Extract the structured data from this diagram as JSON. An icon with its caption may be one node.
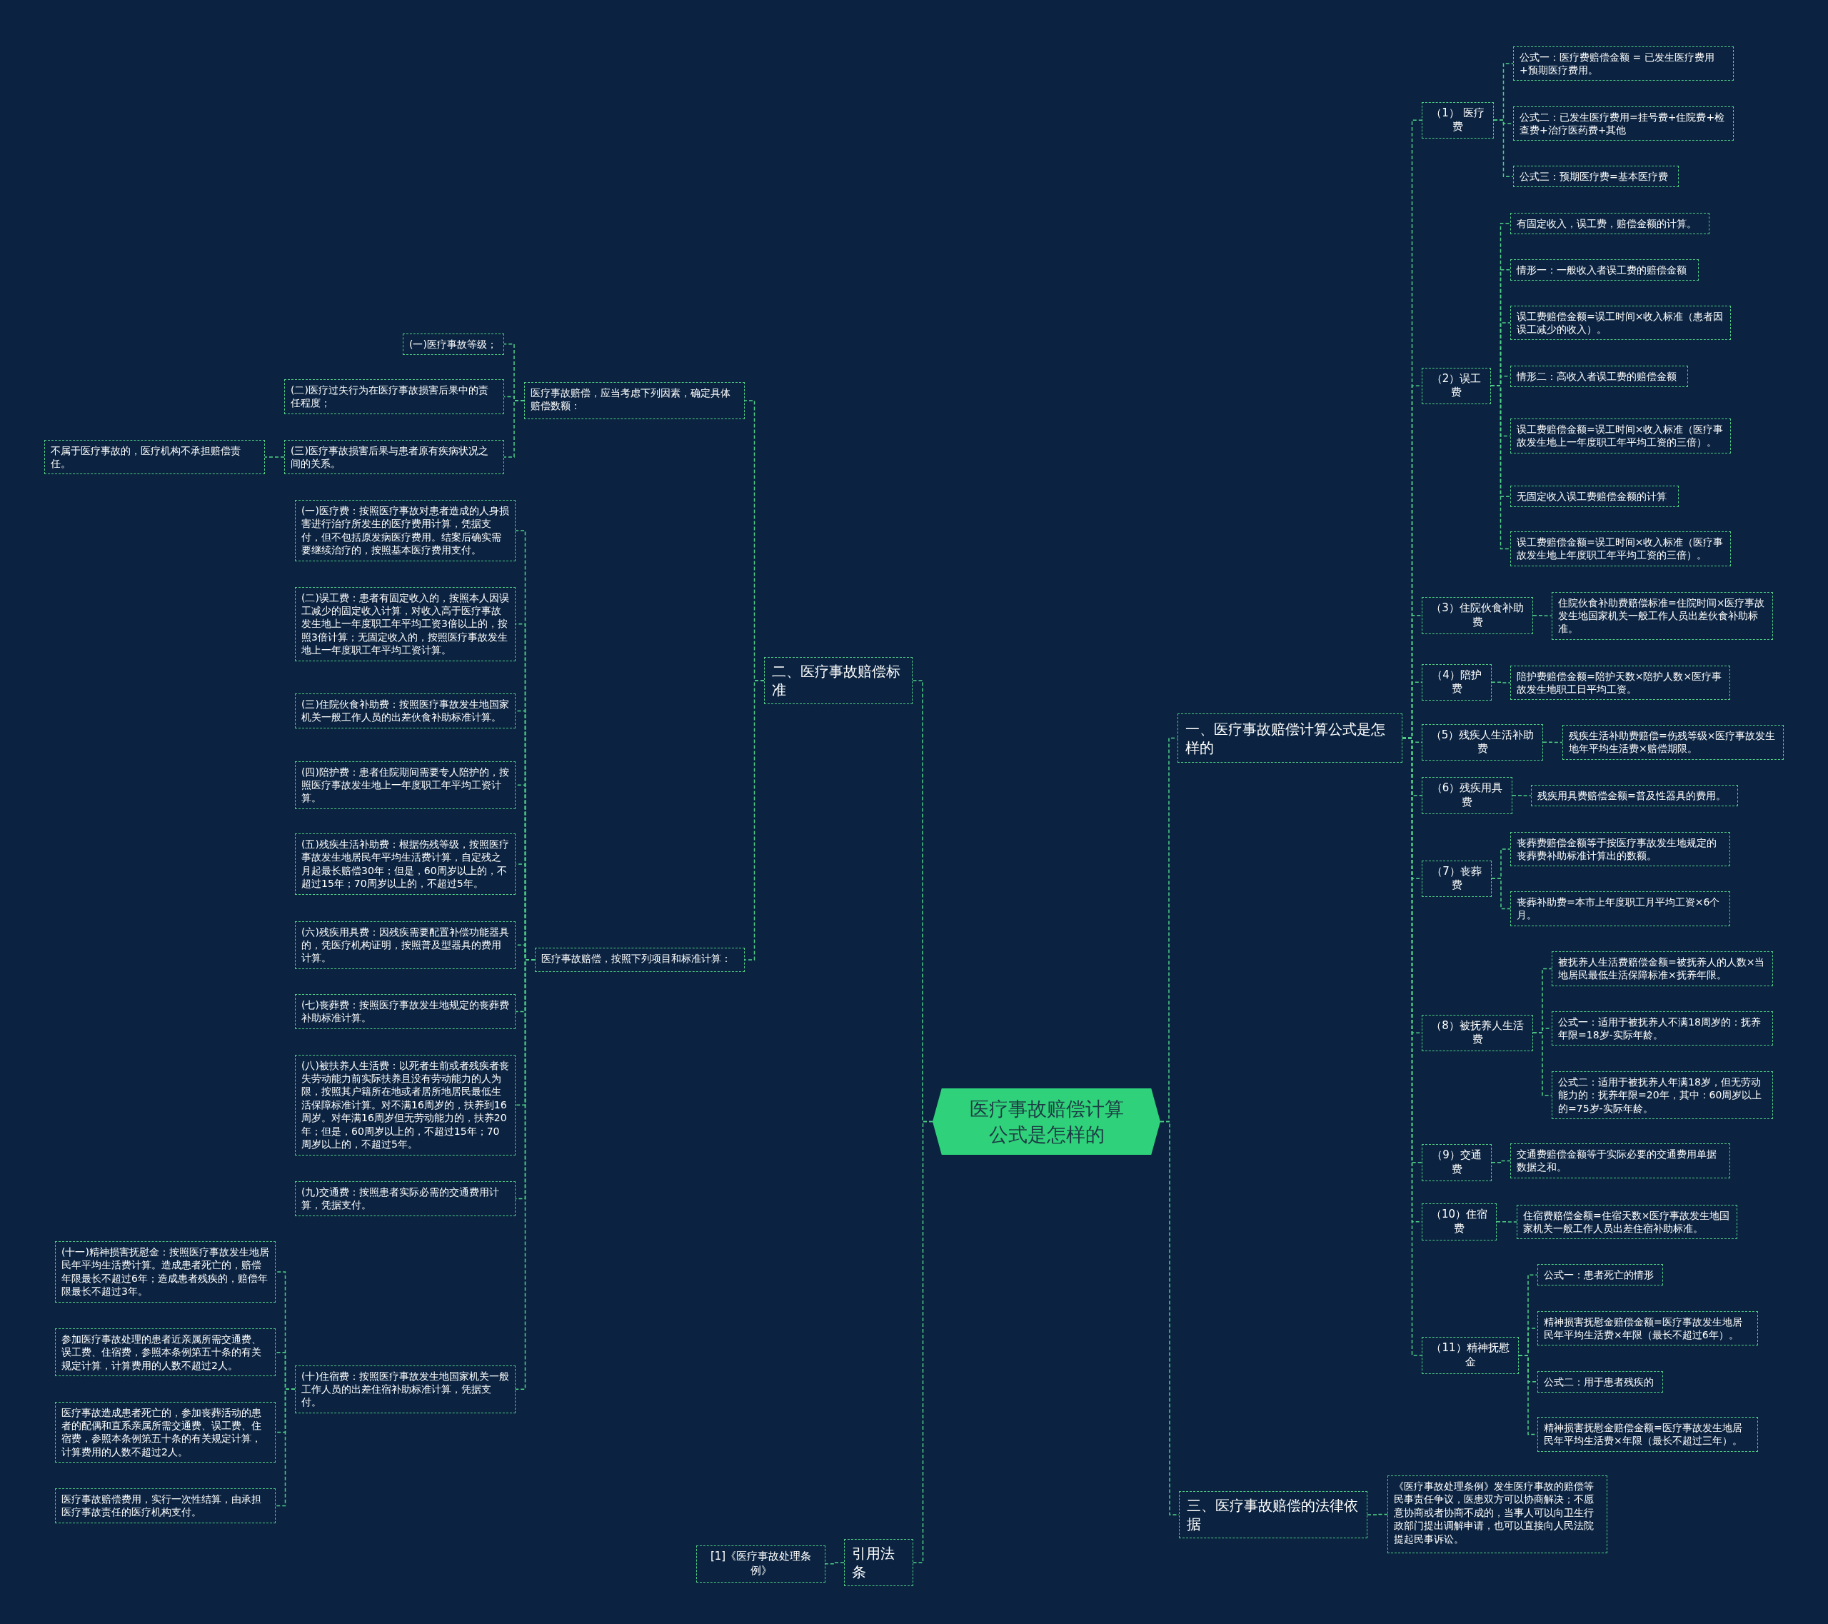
{
  "diagram": {
    "nodes": [
      {
        "text": [
          "医疗事故赔偿计算公式是怎样的"
        ]
      },
      {
        "text": [
          "一、医疗事故赔偿计算公式是怎样的"
        ]
      },
      {
        "text": [
          "（1） 医疗费"
        ]
      },
      {
        "text": [
          "公式一：医疗费赔偿金额 = 已发生医疗费用+预期医疗费用。"
        ]
      },
      {
        "text": [
          "公式二：已发生医疗费用=挂号费+住院费+检查费+治疗医药费+其他"
        ]
      },
      {
        "text": [
          "公式三：预期医疗费=基本医疗费"
        ]
      },
      {
        "text": [
          "（2）误工费"
        ]
      },
      {
        "text": [
          "有固定收入，误工费，赔偿金额的计算。"
        ]
      },
      {
        "text": [
          "情形一：一般收入者误工费的赔偿金额"
        ]
      },
      {
        "text": [
          "误工费赔偿金额=误工时间×收入标准（患者因误工减少的收入）。"
        ]
      },
      {
        "text": [
          "情形二：高收入者误工费的赔偿金额"
        ]
      },
      {
        "text": [
          "误工费赔偿金额=误工时间×收入标准（医疗事故发生地上一年度职工年平均工资的三倍）。"
        ]
      },
      {
        "text": [
          "无固定收入误工费赔偿金额的计算"
        ]
      },
      {
        "text": [
          "误工费赔偿金额=误工时间×收入标准（医疗事故发生地上年度职工年平均工资的三倍）。"
        ]
      },
      {
        "text": [
          "（3）住院伙食补助费"
        ]
      },
      {
        "text": [
          "住院伙食补助费赔偿标准=住院时间×医疗事故发生地国家机关一般工作人员出差伙食补助标准。"
        ]
      },
      {
        "text": [
          "（4）陪护费"
        ]
      },
      {
        "text": [
          "陪护费赔偿金额=陪护天数×陪护人数×医疗事故发生地职工日平均工资。"
        ]
      },
      {
        "text": [
          "（5）残疾人生活补助费"
        ]
      },
      {
        "text": [
          "残疾生活补助费赔偿=伤残等级×医疗事故发生地年平均生活费×赔偿期限。"
        ]
      },
      {
        "text": [
          "（6）残疾用具费"
        ]
      },
      {
        "text": [
          "残疾用具费赔偿金额=普及性器具的费用。"
        ]
      },
      {
        "text": [
          "（7）丧葬费"
        ]
      },
      {
        "text": [
          "丧葬费赔偿金额等于按医疗事故发生地规定的丧葬费补助标准计算出的数额。"
        ]
      },
      {
        "text": [
          "丧葬补助费=本市上年度职工月平均工资×6个月。"
        ]
      },
      {
        "text": [
          "（8）被抚养人生活费"
        ]
      },
      {
        "text": [
          "被抚养人生活费赔偿金额=被抚养人的人数×当地居民最低生活保障标准×抚养年限。"
        ]
      },
      {
        "text": [
          "公式一：适用于被抚养人不满18周岁的：抚养年限=18岁-实际年龄。"
        ]
      },
      {
        "text": [
          "公式二：适用于被抚养人年满18岁，但无劳动能力的：抚养年限=20年，其中：60周岁以上的=75岁-实际年龄。"
        ]
      },
      {
        "text": [
          "（9）交通费"
        ]
      },
      {
        "text": [
          "交通费赔偿金额等于实际必要的交通费用单据数据之和。"
        ]
      },
      {
        "text": [
          "（10）住宿费"
        ]
      },
      {
        "text": [
          "住宿费赔偿金额=住宿天数×医疗事故发生地国家机关一般工作人员出差住宿补助标准。"
        ]
      },
      {
        "text": [
          "（11）精神抚慰金"
        ]
      },
      {
        "text": [
          "公式一：患者死亡的情形"
        ]
      },
      {
        "text": [
          "精神损害抚慰金赔偿金额=医疗事故发生地居民年平均生活费×年限（最长不超过6年）。"
        ]
      },
      {
        "text": [
          "公式二：用于患者残疾的"
        ]
      },
      {
        "text": [
          "精神损害抚慰金赔偿金额=医疗事故发生地居民年平均生活费×年限（最长不超过三年）。"
        ]
      },
      {
        "text": [
          "三、医疗事故赔偿的法律依据"
        ]
      },
      {
        "text": [
          "《医疗事故处理条例》发生医疗事故的赔偿等民事责任争议，医患双方可以协商解决；不愿意协商或者协商不成的，当事人可以向卫生行政部门提出调解申请，也可以直接向人民法院提起民事诉讼。"
        ]
      },
      {
        "text": [
          "二、医疗事故赔偿标准"
        ]
      },
      {
        "text": [
          "医疗事故赔偿，应当考虑下列因素，确定具体赔偿数额："
        ]
      },
      {
        "text": [
          "(一)医疗事故等级；"
        ]
      },
      {
        "text": [
          "(二)医疗过失行为在医疗事故损害后果中的责任程度；"
        ]
      },
      {
        "text": [
          "(三)医疗事故损害后果与患者原有疾病状况之间的关系。"
        ]
      },
      {
        "text": [
          "不属于医疗事故的，医疗机构不承担赔偿责任。"
        ]
      },
      {
        "text": [
          "医疗事故赔偿，按照下列项目和标准计算："
        ]
      },
      {
        "text": [
          "(一)医疗费：按照医疗事故对患者造成的人身损害进行治疗所发生的医疗费用计算，凭据支付，但不包括原发病医疗费用。结案后确实需要继续治疗的，按照基本医疗费用支付。"
        ]
      },
      {
        "text": [
          "(二)误工费：患者有固定收入的，按照本人因误工减少的固定收入计算，对收入高于医疗事故发生地上一年度职工年平均工资3倍以上的，按照3倍计算；无固定收入的，按照医疗事故发生地上一年度职工年平均工资计算。"
        ]
      },
      {
        "text": [
          "(三)住院伙食补助费：按照医疗事故发生地国家机关一般工作人员的出差伙食补助标准计算。"
        ]
      },
      {
        "text": [
          "(四)陪护费：患者住院期间需要专人陪护的，按照医疗事故发生地上一年度职工年平均工资计算。"
        ]
      },
      {
        "text": [
          "(五)残疾生活补助费：根据伤残等级，按照医疗事故发生地居民年平均生活费计算，自定残之月起最长赔偿30年；但是，60周岁以上的，不超过15年；70周岁以上的，不超过5年。"
        ]
      },
      {
        "text": [
          "(六)残疾用具费：因残疾需要配置补偿功能器具的，凭医疗机构证明，按照普及型器具的费用计算。"
        ]
      },
      {
        "text": [
          "(七)丧葬费：按照医疗事故发生地规定的丧葬费补助标准计算。"
        ]
      },
      {
        "text": [
          "(八)被扶养人生活费：以死者生前或者残疾者丧失劳动能力前实际扶养且没有劳动能力的人为限，按照其户籍所在地或者居所地居民最低生活保障标准计算。对不满16周岁的，扶养到16周岁。对年满16周岁但无劳动能力的，扶养20年；但是，60周岁以上的，不超过15年；70周岁以上的，不超过5年。"
        ]
      },
      {
        "text": [
          "(九)交通费：按照患者实际必需的交通费用计算，凭据支付。"
        ]
      },
      {
        "text": [
          "(十)住宿费：按照医疗事故发生地国家机关一般工作人员的出差住宿补助标准计算，凭据支付。"
        ]
      },
      {
        "text": [
          "(十一)精神损害抚慰金：按照医疗事故发生地居民年平均生活费计算。造成患者死亡的，赔偿年限最长不超过6年；造成患者残疾的，赔偿年限最长不超过3年。"
        ]
      },
      {
        "text": [
          "参加医疗事故处理的患者近亲属所需交通费、误工费、住宿费，参照本条例第五十条的有关规定计算，计算费用的人数不超过2人。"
        ]
      },
      {
        "text": [
          "医疗事故造成患者死亡的，参加丧葬活动的患者的配偶和直系亲属所需交通费、误工费、住宿费，参照本条例第五十条的有关规定计算，计算费用的人数不超过2人。"
        ]
      },
      {
        "text": [
          "医疗事故赔偿费用，实行一次性结算，由承担医疗事故责任的医疗机构支付。"
        ]
      },
      {
        "text": [
          "引用法条"
        ]
      },
      {
        "text": [
          "[1]《医疗事故处理条例》"
        ]
      }
    ],
    "edges": [
      {
        "from": 0,
        "to": 1,
        "arrow": "none"
      },
      {
        "from": 1,
        "to": 2,
        "arrow": "none"
      },
      {
        "from": 2,
        "to": 3,
        "arrow": "none"
      },
      {
        "from": 2,
        "to": 4,
        "arrow": "none"
      },
      {
        "from": 2,
        "to": 5,
        "arrow": "none"
      },
      {
        "from": 1,
        "to": 6,
        "arrow": "none"
      },
      {
        "from": 6,
        "to": 7,
        "arrow": "none"
      },
      {
        "from": 6,
        "to": 8,
        "arrow": "none"
      },
      {
        "from": 6,
        "to": 9,
        "arrow": "none"
      },
      {
        "from": 6,
        "to": 10,
        "arrow": "none"
      },
      {
        "from": 6,
        "to": 11,
        "arrow": "none"
      },
      {
        "from": 6,
        "to": 12,
        "arrow": "none"
      },
      {
        "from": 6,
        "to": 13,
        "arrow": "none"
      },
      {
        "from": 1,
        "to": 14,
        "arrow": "none"
      },
      {
        "from": 14,
        "to": 15,
        "arrow": "none"
      },
      {
        "from": 1,
        "to": 16,
        "arrow": "none"
      },
      {
        "from": 16,
        "to": 17,
        "arrow": "none"
      },
      {
        "from": 1,
        "to": 18,
        "arrow": "none"
      },
      {
        "from": 18,
        "to": 19,
        "arrow": "none"
      },
      {
        "from": 1,
        "to": 20,
        "arrow": "none"
      },
      {
        "from": 20,
        "to": 21,
        "arrow": "none"
      },
      {
        "from": 1,
        "to": 22,
        "arrow": "none"
      },
      {
        "from": 22,
        "to": 23,
        "arrow": "none"
      },
      {
        "from": 22,
        "to": 24,
        "arrow": "none"
      },
      {
        "from": 1,
        "to": 25,
        "arrow": "none"
      },
      {
        "from": 25,
        "to": 26,
        "arrow": "none"
      },
      {
        "from": 25,
        "to": 27,
        "arrow": "none"
      },
      {
        "from": 25,
        "to": 28,
        "arrow": "none"
      },
      {
        "from": 1,
        "to": 29,
        "arrow": "none"
      },
      {
        "from": 29,
        "to": 30,
        "arrow": "none"
      },
      {
        "from": 1,
        "to": 31,
        "arrow": "none"
      },
      {
        "from": 31,
        "to": 32,
        "arrow": "none"
      },
      {
        "from": 1,
        "to": 33,
        "arrow": "none"
      },
      {
        "from": 33,
        "to": 34,
        "arrow": "none"
      },
      {
        "from": 33,
        "to": 35,
        "arrow": "none"
      },
      {
        "from": 33,
        "to": 36,
        "arrow": "none"
      },
      {
        "from": 33,
        "to": 37,
        "arrow": "none"
      },
      {
        "from": 0,
        "to": 38,
        "arrow": "none"
      },
      {
        "from": 38,
        "to": 39,
        "arrow": "none"
      },
      {
        "from": 0,
        "to": 40,
        "arrow": "none"
      },
      {
        "from": 40,
        "to": 41,
        "arrow": "none"
      },
      {
        "from": 41,
        "to": 42,
        "arrow": "none"
      },
      {
        "from": 41,
        "to": 43,
        "arrow": "none"
      },
      {
        "from": 41,
        "to": 44,
        "arrow": "none"
      },
      {
        "from": 44,
        "to": 45,
        "arrow": "none"
      },
      {
        "from": 40,
        "to": 46,
        "arrow": "none"
      },
      {
        "from": 46,
        "to": 47,
        "arrow": "none"
      },
      {
        "from": 46,
        "to": 48,
        "arrow": "none"
      },
      {
        "from": 46,
        "to": 49,
        "arrow": "none"
      },
      {
        "from": 46,
        "to": 50,
        "arrow": "none"
      },
      {
        "from": 46,
        "to": 51,
        "arrow": "none"
      },
      {
        "from": 46,
        "to": 52,
        "arrow": "none"
      },
      {
        "from": 46,
        "to": 53,
        "arrow": "none"
      },
      {
        "from": 46,
        "to": 54,
        "arrow": "none"
      },
      {
        "from": 46,
        "to": 55,
        "arrow": "none"
      },
      {
        "from": 46,
        "to": 56,
        "arrow": "none"
      },
      {
        "from": 56,
        "to": 57,
        "arrow": "none"
      },
      {
        "from": 56,
        "to": 58,
        "arrow": "none"
      },
      {
        "from": 56,
        "to": 59,
        "arrow": "none"
      },
      {
        "from": 56,
        "to": 60,
        "arrow": "none"
      },
      {
        "from": 0,
        "to": 61,
        "arrow": "none"
      },
      {
        "from": 61,
        "to": 62,
        "arrow": "none"
      }
    ]
  }
}
